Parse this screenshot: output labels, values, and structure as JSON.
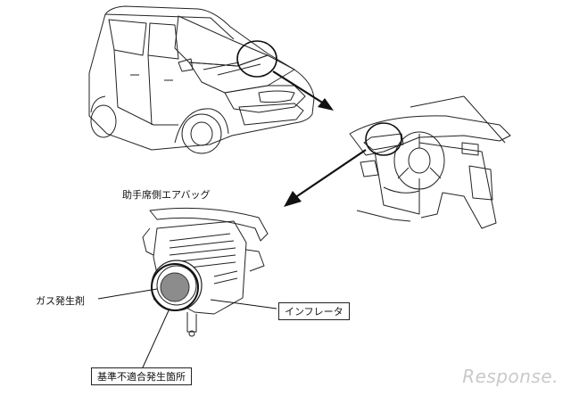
{
  "labels": {
    "airbag_title": "助手席側エアバッグ",
    "gas_agent": "ガス発生剤",
    "inflator": "インフレータ",
    "defect_location": "基準不適合発生箇所"
  },
  "watermark": "Response.",
  "colors": {
    "line": "#222222",
    "gas_fill": "#8c8c8c"
  }
}
